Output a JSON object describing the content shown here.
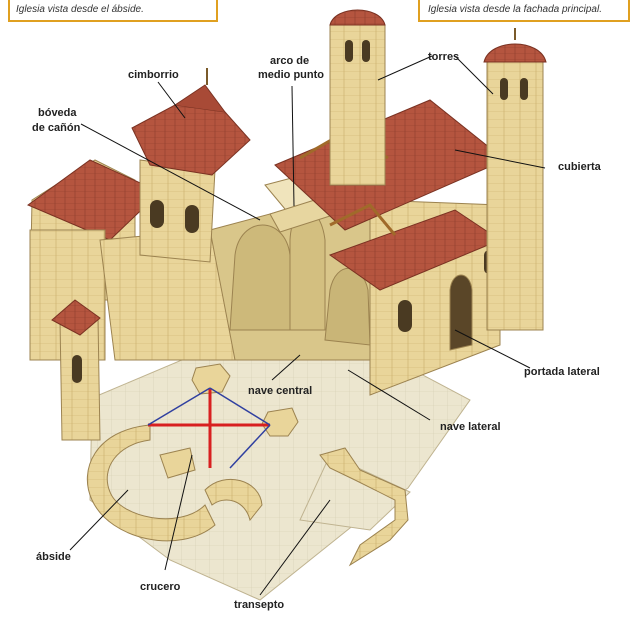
{
  "captions": {
    "left": "Iglesia vista desde el ábside.",
    "right": "Iglesia vista desde la fachada principal."
  },
  "labels": {
    "cimborrio": "cimborrio",
    "arco_line1": "arco de",
    "arco_line2": "medio punto",
    "torres": "torres",
    "boveda_line1": "bóveda",
    "boveda_line2": "de cañón",
    "cubierta": "cubierta",
    "portada_lateral": "portada lateral",
    "nave_central": "nave central",
    "nave_lateral": "nave lateral",
    "abside": "ábside",
    "crucero": "crucero",
    "transepto": "transepto"
  },
  "colors": {
    "stone": "#e9d59a",
    "stone_dark": "#c9ad6a",
    "roof": "#b5553f",
    "roof_dark": "#8e3d2c",
    "floor": "#ece6cf",
    "accent_frame": "#e0a020",
    "cross_red": "#d82020",
    "cross_blue": "#3040a0"
  }
}
